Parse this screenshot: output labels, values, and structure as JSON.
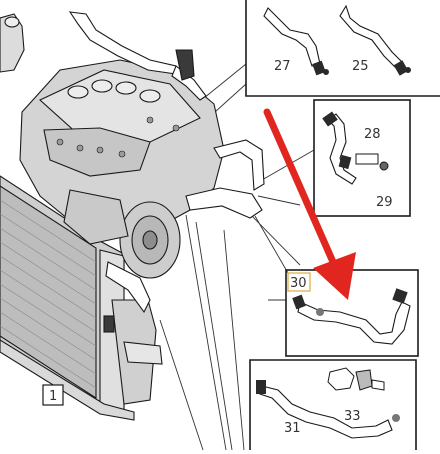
{
  "diagram": {
    "reference_box": {
      "text": "1"
    },
    "part_labels": [
      {
        "id": "p27",
        "text": "27"
      },
      {
        "id": "p25",
        "text": "25"
      },
      {
        "id": "p28",
        "text": "28"
      },
      {
        "id": "p29",
        "text": "29"
      },
      {
        "id": "p30",
        "text": "30",
        "highlighted": true
      },
      {
        "id": "p31",
        "text": "31"
      },
      {
        "id": "p33",
        "text": "33"
      }
    ],
    "arrow": {
      "color": "#e0261e"
    },
    "colors": {
      "line": "#1a1a1a",
      "engine": "#d4d4d4",
      "hose": "#ffffff",
      "highlight": "#e3b55a"
    }
  }
}
